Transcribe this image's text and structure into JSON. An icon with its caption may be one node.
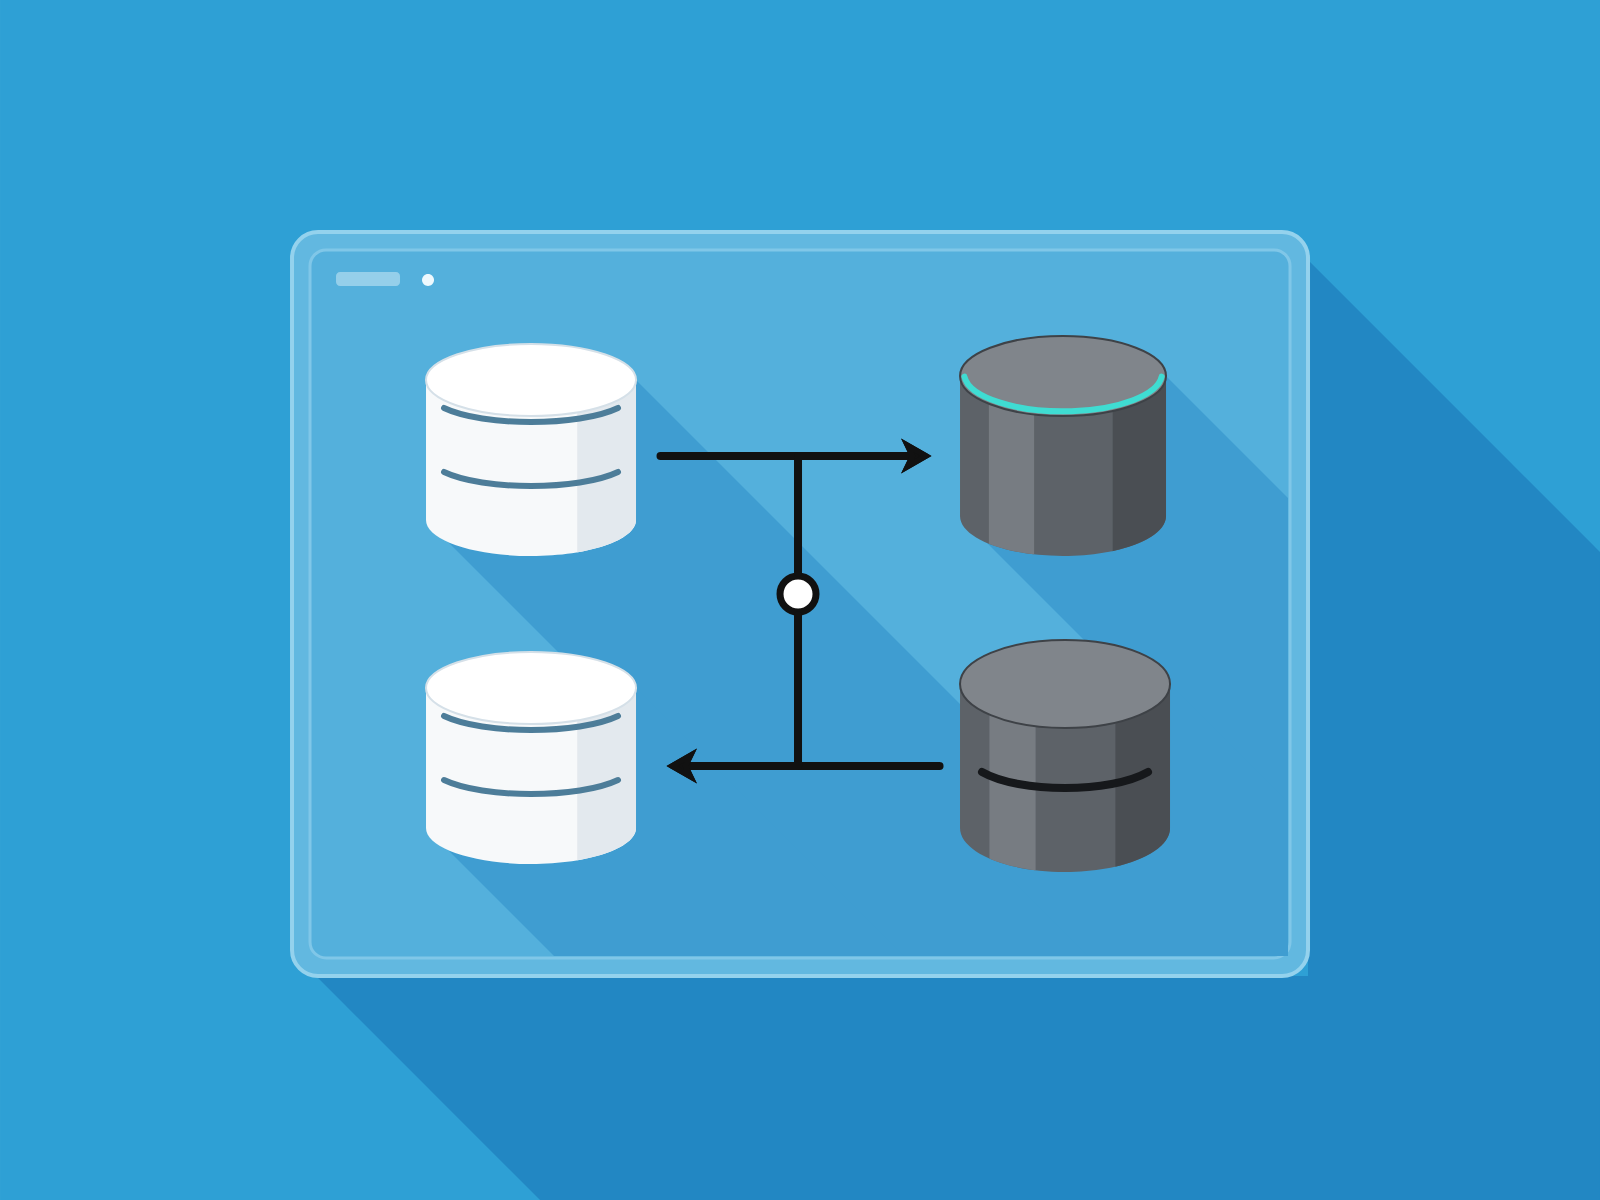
{
  "diagram": {
    "nodes": [
      {
        "text": [],
        "shape": "box"
      },
      {
        "text": [],
        "shape": "cylinder",
        "in": 0
      },
      {
        "text": [],
        "shape": "cylinder",
        "in": 0
      },
      {
        "text": [],
        "shape": "circle",
        "in": 0
      },
      {
        "text": [],
        "shape": "cylinder",
        "in": 0
      },
      {
        "text": [],
        "shape": "cylinder",
        "in": 0
      }
    ],
    "edges": [
      {
        "from": 1,
        "to": 2,
        "arrow": "to"
      },
      {
        "from": 5,
        "to": 4,
        "arrow": "to"
      },
      {
        "from": 3,
        "to": 2,
        "arrow": "to"
      },
      {
        "from": 3,
        "to": 4,
        "arrow": "to"
      }
    ]
  }
}
